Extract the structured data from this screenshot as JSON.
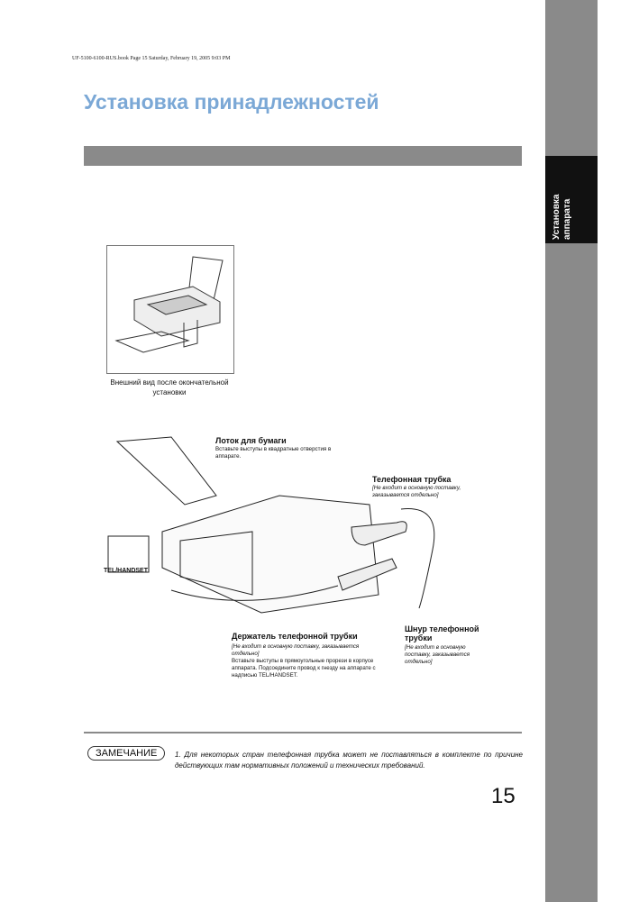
{
  "header_line": "UF-5100-6100-RUS.book  Page 15  Saturday, February 19, 2005  9:03 PM",
  "title": "Установка принадлежностей",
  "side_tab": "Установка аппарата",
  "photo_caption": "Внешний вид после окончательной установки",
  "labels": {
    "tray_title": "Лоток для бумаги",
    "tray_desc": "Вставьте выступы в квадратные отверстия в аппарате.",
    "handset_title": "Телефонная трубка",
    "handset_desc": "[Не входит в основную поставку, заказывается отдельно]",
    "holder_title": "Держатель телефонной трубки",
    "holder_note": "[Не входит в основную поставку, заказывается отдельно]",
    "holder_desc": "Вставьте выступы в прямоугольные прорези в корпусе аппарата. Подсоедините провод к гнезду на аппарате с надписью TEL/HANDSET.",
    "cord_title": "Шнур телефонной трубки",
    "cord_desc": "[Не входит в основную поставку, заказывается отдельно]",
    "tel_handset": "TEL/HANDSET"
  },
  "note": {
    "badge": "ЗАМЕЧАНИЕ",
    "text": "1. Для некоторых стран телефонная трубка может не поставляться в комплекте по причине действующих там нормативных положений и технических требований."
  },
  "page_number": "15"
}
